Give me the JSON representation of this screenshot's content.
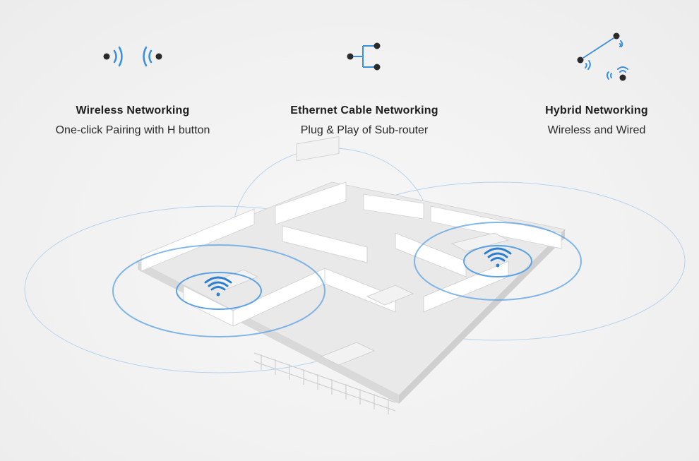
{
  "features": [
    {
      "title": "Wireless Networking",
      "subtitle": "One-click Pairing with H button",
      "icon": "wireless-pairing-icon"
    },
    {
      "title": "Ethernet Cable Networking",
      "subtitle": "Plug & Play of Sub-router",
      "icon": "ethernet-tree-icon"
    },
    {
      "title": "Hybrid Networking",
      "subtitle": "Wireless and Wired",
      "icon": "hybrid-network-icon"
    }
  ],
  "colors": {
    "accent": "#3a8fd9",
    "node": "#2b2b2b",
    "text": "#1e1e1e",
    "wall": "#ffffff",
    "floor": "#e6e6e6"
  }
}
